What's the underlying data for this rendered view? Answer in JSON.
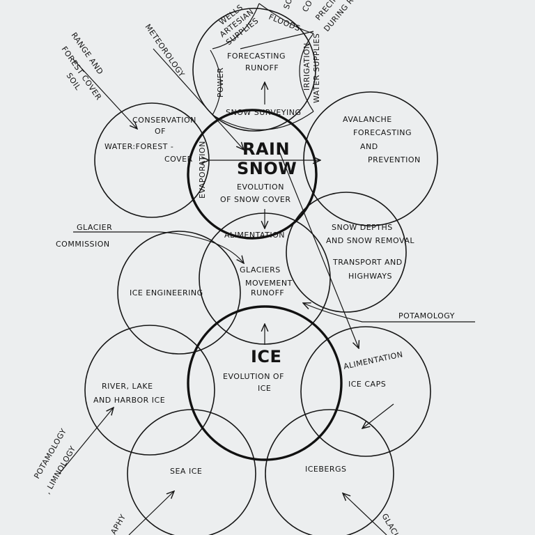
{
  "diagram": {
    "forecasting": {
      "line1": "FORECASTING",
      "line2": "RUNOFF",
      "wells1": "WELLS",
      "wells2": "ARTESIAN",
      "wells3": "SUPPLIES",
      "floods": "FLOODS",
      "power": "POWER",
      "irrigation": "IRRIGATION",
      "water_supplies": "WATER SUPPLIES",
      "snow_surveying": "SNOW SURVEYING"
    },
    "rain_snow": {
      "rain": "RAIN",
      "snow": "SNOW",
      "evo1": "EVOLUTION",
      "evo2": "OF SNOW COVER",
      "evaporation": "EVAPORATION",
      "alimentation": "ALIMENTATION"
    },
    "conservation": {
      "line1": "CONSERVATION",
      "line2": "OF",
      "line3": "WATER:FOREST -",
      "line4": "COVER"
    },
    "avalanche": {
      "line1": "AVALANCHE",
      "line2": "FORECASTING",
      "line3": "AND",
      "line4": "PREVENTION"
    },
    "snow_depths": {
      "line1": "SNOW DEPTHS",
      "line2": "AND SNOW REMOVAL",
      "line3": "TRANSPORT AND",
      "line4": "HIGHWAYS"
    },
    "glaciers": {
      "line1": "GLACIERS",
      "line2": "MOVEMENT",
      "line3": "RUNOFF"
    },
    "ice_engineering": "ICE ENGINEERING",
    "ice": {
      "title": "ICE",
      "line1": "EVOLUTION OF",
      "line2": "ICE"
    },
    "ice_caps": {
      "label": "ICE CAPS",
      "alimentation": "ALIMENTATION"
    },
    "river": {
      "line1": "RIVER, LAKE",
      "line2": "AND HARBOR ICE"
    },
    "sea_ice": "SEA ICE",
    "icebergs": "ICEBERGS",
    "external": {
      "range1": "RANGE AND",
      "range2": "FOREST COVER",
      "range3": "SOIL",
      "meteorology": "METEOROLOGY",
      "glacier_commission1": "GLACIER",
      "glacier_commission2": "COMMISSION",
      "potamology": "POTAMOLOGY",
      "potamology_limnology1": "POTAMOLOGY",
      "potamology_limnology2": ", LIMNOLOGY",
      "oceanography_partial": "APHY",
      "glaciology_partial": "GLACI",
      "top_partial1": "SO",
      "top_partial2": "CO",
      "top_partial3": "PRECIP",
      "top_partial4": "DURING R"
    }
  }
}
